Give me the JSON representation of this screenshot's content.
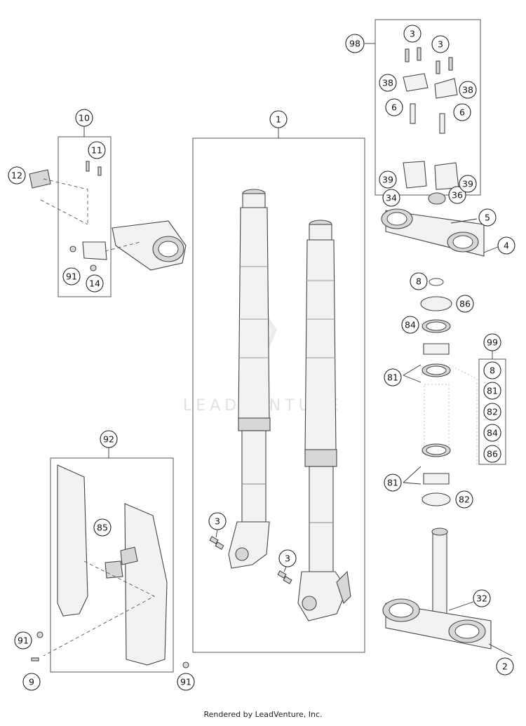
{
  "watermark": "LEADVENTURE",
  "footer": "Rendered by LeadVenture, Inc.",
  "callouts": {
    "c1": "1",
    "c2": "2",
    "c3a": "3",
    "c3b": "3",
    "c3c": "3",
    "c3d": "3",
    "c4": "4",
    "c5": "5",
    "c6a": "6",
    "c6b": "6",
    "c8a": "8",
    "c8b": "8",
    "c9": "9",
    "c10": "10",
    "c11": "11",
    "c12": "12",
    "c14": "14",
    "c32": "32",
    "c34": "34",
    "c36": "36",
    "c38a": "38",
    "c38b": "38",
    "c39a": "39",
    "c39b": "39",
    "c81a": "81",
    "c81b": "81",
    "c81c": "81",
    "c82a": "82",
    "c82b": "82",
    "c84a": "84",
    "c84b": "84",
    "c85": "85",
    "c86a": "86",
    "c86b": "86",
    "c91a": "91",
    "c91b": "91",
    "c91c": "91",
    "c92": "92",
    "c98": "98",
    "c99": "99"
  }
}
